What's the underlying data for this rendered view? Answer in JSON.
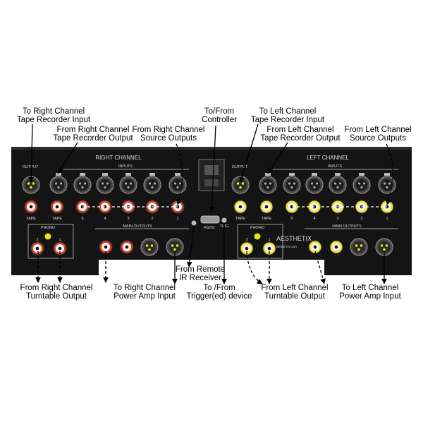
{
  "panel": {
    "right_channel_title": "RIGHT CHANNEL",
    "left_channel_title": "LEFT CHANNEL",
    "output_label": "OUTPUT",
    "inputs_label": "INPUTS",
    "tape_label": "TAPE",
    "input_numbers": [
      "5",
      "4",
      "3",
      "2",
      "1"
    ],
    "phono_label": "PHONO",
    "phono_numbers": [
      "2",
      "1"
    ],
    "main_outputs_label": "MAIN OUTPUTS",
    "rs232_label": "RS232",
    "trigger_label": "TRIG",
    "brand": "AESTHETIX",
    "made_in": "MADE IN USA",
    "colors": {
      "panel": "#141414",
      "right_rca_ring": "#d93b1f",
      "left_rca_ring": "#f2e11a",
      "xlr_body": "#4a4a4a",
      "phono_led": "#e8e21a"
    }
  },
  "callouts": {
    "to_right_tape_input": [
      "To Right Channel",
      "Tape Recorder Input"
    ],
    "from_right_tape_output": [
      "From Right Channel",
      "Tape Recorder Output"
    ],
    "from_right_source": [
      "From Right Channel",
      "Source Outputs"
    ],
    "to_from_controller": [
      "To/From",
      "Controller"
    ],
    "to_left_tape_input": [
      "To Left Channel",
      "Tape Recorder Input"
    ],
    "from_left_tape_output": [
      "From Left Channel",
      "Tape Recorder Output"
    ],
    "from_left_source": [
      "From Left Channel",
      "Source Outputs"
    ],
    "from_right_turntable": [
      "From Right Channel",
      "Turntable Output"
    ],
    "to_right_power_amp": [
      "To Right Channel",
      "Power Amp Input"
    ],
    "from_remote_ir": [
      "From Remote",
      "IR Receiver"
    ],
    "to_from_trigger": [
      "To /From",
      "Trigger(ed) device"
    ],
    "from_left_turntable": [
      "From Left Channel",
      "Turntable Output"
    ],
    "to_left_power_amp": [
      "To Left Channel",
      "Power Amp Input"
    ]
  }
}
